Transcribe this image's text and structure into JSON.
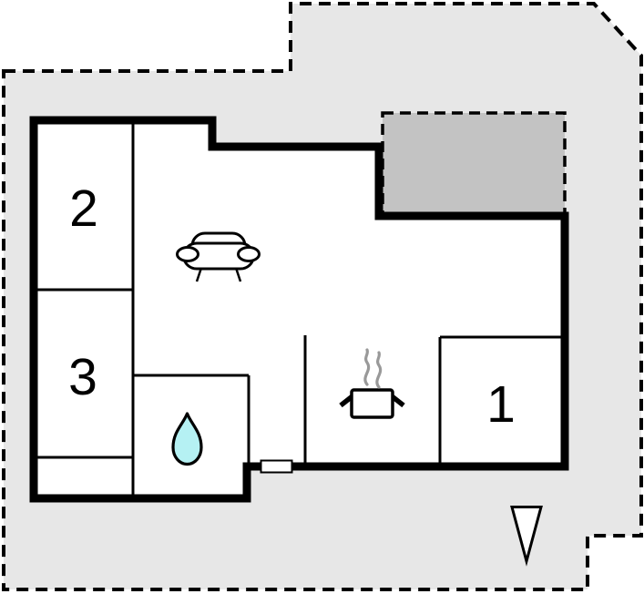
{
  "plan": {
    "type": "floor-plan",
    "rooms": [
      {
        "label": "1"
      },
      {
        "label": "2"
      },
      {
        "label": "3"
      }
    ],
    "icons": [
      {
        "name": "sofa-icon"
      },
      {
        "name": "cooking-pot-icon"
      },
      {
        "name": "steam-icon"
      },
      {
        "name": "water-drop-icon"
      },
      {
        "name": "entrance-arrow-icon"
      },
      {
        "name": "door-window-marker"
      }
    ]
  },
  "colors": {
    "plot_fill": "#e7e7e7",
    "terrace_fill": "#c3c3c3",
    "wall": "#000000",
    "room_fill": "#ffffff",
    "water_drop": "#b5f1f3",
    "steam": "#999999",
    "label_text": "#000000"
  }
}
